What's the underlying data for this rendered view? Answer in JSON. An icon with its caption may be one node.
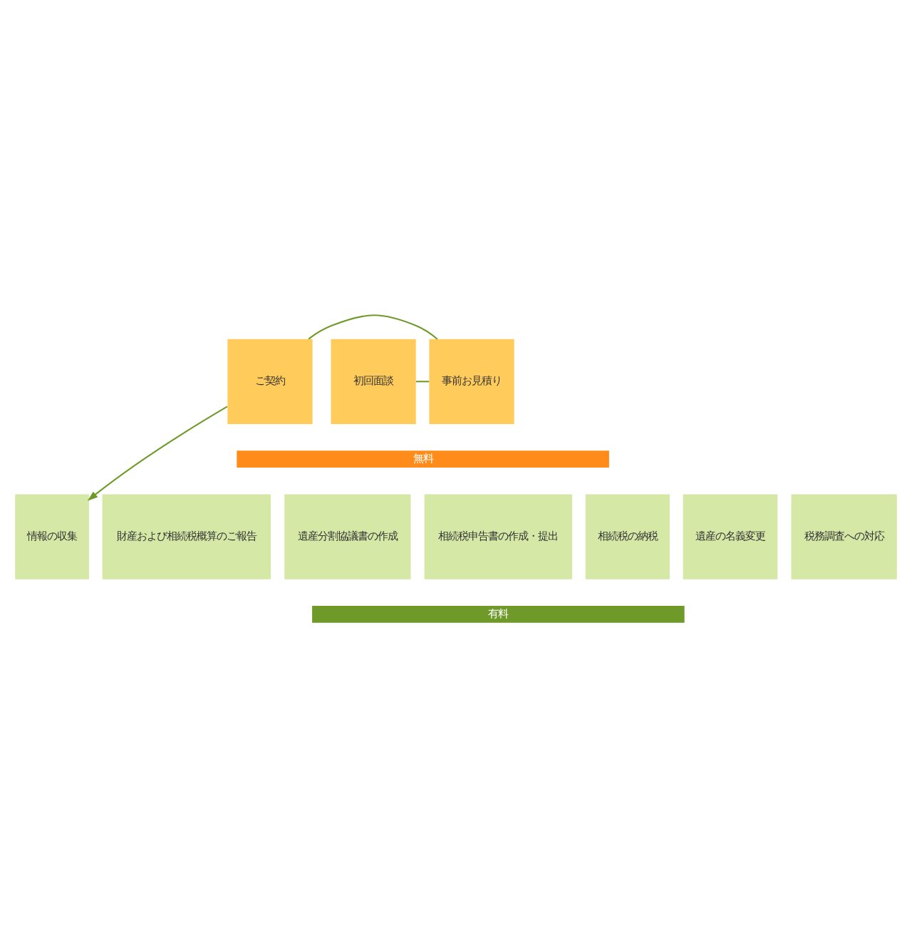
{
  "diagram": {
    "nodes": [
      {
        "text": [
          "初回面談"
        ]
      },
      {
        "text": [
          "事前お見積り"
        ]
      },
      {
        "text": [
          "ご契約"
        ]
      },
      {
        "text": [
          "無料"
        ]
      },
      {
        "text": [
          "情報の収集"
        ]
      },
      {
        "text": [
          "財産および相続税概算のご報告"
        ]
      },
      {
        "text": [
          "遺産分割協議書の作成"
        ]
      },
      {
        "text": [
          "相続税申告書の作成・提出"
        ]
      },
      {
        "text": [
          "相続税の納税"
        ]
      },
      {
        "text": [
          "遺産の名義変更"
        ]
      },
      {
        "text": [
          "税務調査への対応"
        ]
      },
      {
        "text": [
          "有料"
        ]
      }
    ],
    "edges": [
      {
        "from": 0,
        "to": 1,
        "arrow": "none"
      },
      {
        "from": 1,
        "to": 2,
        "arrow": "none"
      },
      {
        "from": 2,
        "to": 4,
        "arrow": "to"
      }
    ]
  }
}
